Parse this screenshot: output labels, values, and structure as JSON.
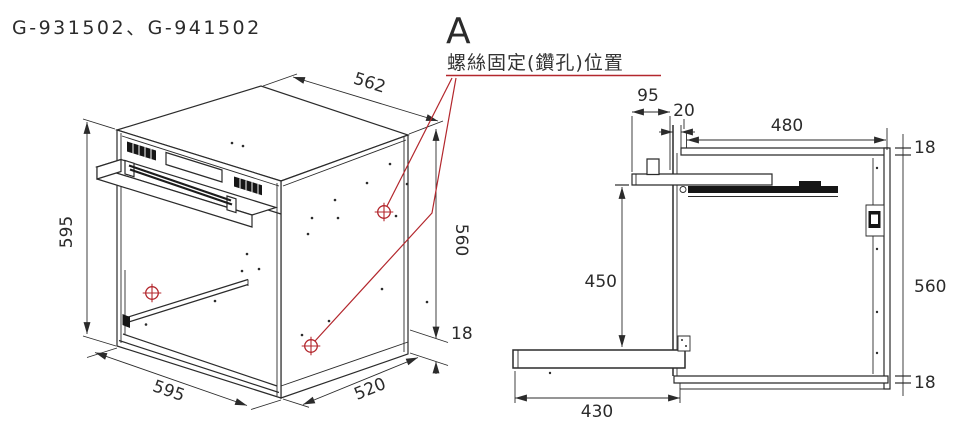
{
  "title": "G-931502、G-941502",
  "callout": {
    "letter": "A",
    "label": "螺絲固定(鑽孔)位置"
  },
  "colors": {
    "accent_red": "#b3272d",
    "title_blue": "#449fc0",
    "line_ink": "#2b2b2b"
  },
  "iso": {
    "top_depth": "562",
    "height_left": "595",
    "height_right": "560",
    "plinth_gap": "18",
    "width_front": "595",
    "depth_bottom": "520"
  },
  "side": {
    "protrusion": "95",
    "front_gap": "20",
    "top_length": "480",
    "flange_top": "18",
    "clearance": "450",
    "body_height": "560",
    "board_length": "430",
    "flange_bottom": "18"
  }
}
